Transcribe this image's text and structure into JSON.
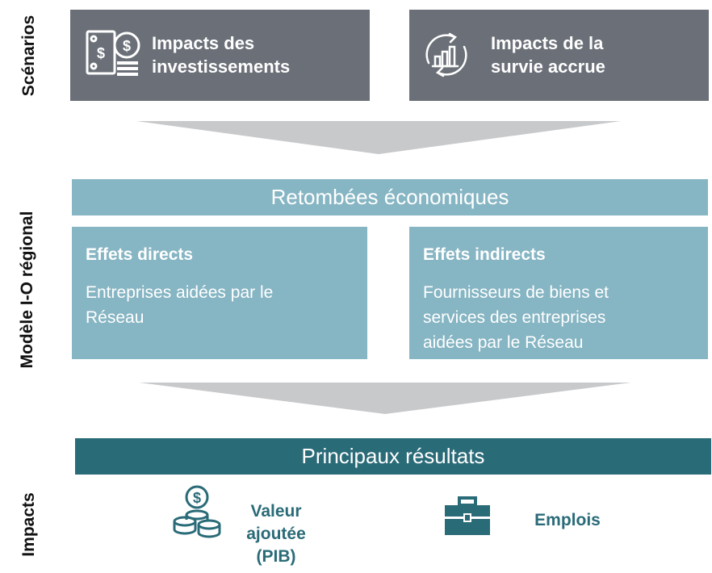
{
  "side_labels": {
    "scenarios": "Scénarios",
    "model": "Modèle I-O régional",
    "impacts": "Impacts"
  },
  "scenarios": [
    {
      "title_line1": "Impacts des",
      "title_line2": "investissements",
      "icon": "money-stack-icon"
    },
    {
      "title_line1": "Impacts de la",
      "title_line2": "survie accrue",
      "icon": "growth-cycle-icon"
    }
  ],
  "retombees": "Retombées économiques",
  "effects": {
    "direct": {
      "title": "Effets directs",
      "body_line1": "Entreprises aidées par le",
      "body_line2": "Réseau"
    },
    "indirect": {
      "title": "Effets indirects",
      "body_line1": "Fournisseurs de biens et",
      "body_line2": "services des entreprises",
      "body_line3": "aidées par le Réseau"
    }
  },
  "results": "Principaux résultats",
  "impacts": [
    {
      "line1": "Valeur",
      "line2": "ajoutée",
      "line3": "(PIB)",
      "icon": "coins-icon"
    },
    {
      "line1": "Emplois",
      "icon": "briefcase-icon"
    }
  ],
  "colors": {
    "grey": "#6b7078",
    "light_teal": "#86b5c3",
    "dark_teal": "#2a6b78",
    "arrow_grey": "#c8c9cb"
  }
}
